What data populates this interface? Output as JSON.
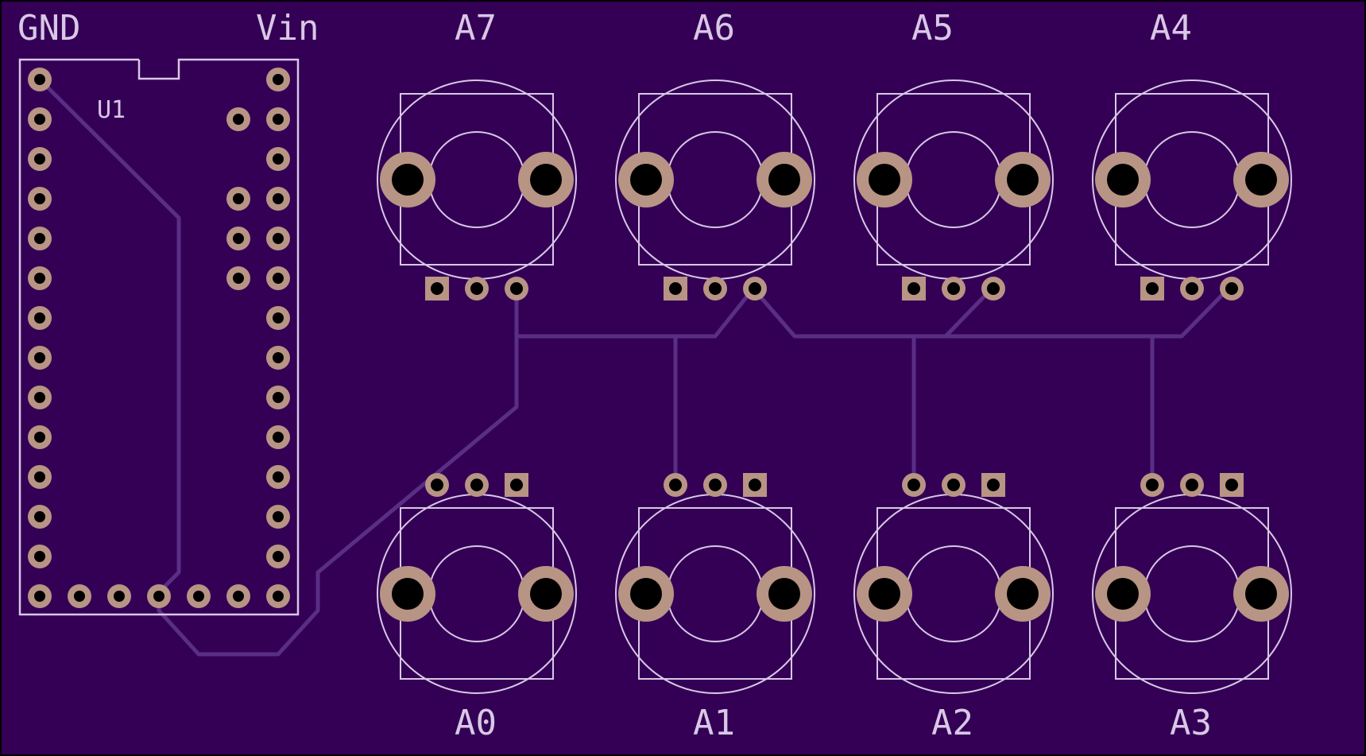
{
  "colors": {
    "board": "#330055",
    "border": "#000000",
    "silkscreen": "#d9c7e6",
    "trace": "#5a2e85",
    "copper_pad": "#b89484",
    "drill_hole": "#000000"
  },
  "header_labels": {
    "gnd": "GND",
    "vin": "Vin"
  },
  "chip": {
    "designator": "U1"
  },
  "pots_top": [
    {
      "label": "A7"
    },
    {
      "label": "A6"
    },
    {
      "label": "A5"
    },
    {
      "label": "A4"
    }
  ],
  "pots_bottom": [
    {
      "label": "A0"
    },
    {
      "label": "A1"
    },
    {
      "label": "A2"
    },
    {
      "label": "A3"
    }
  ]
}
